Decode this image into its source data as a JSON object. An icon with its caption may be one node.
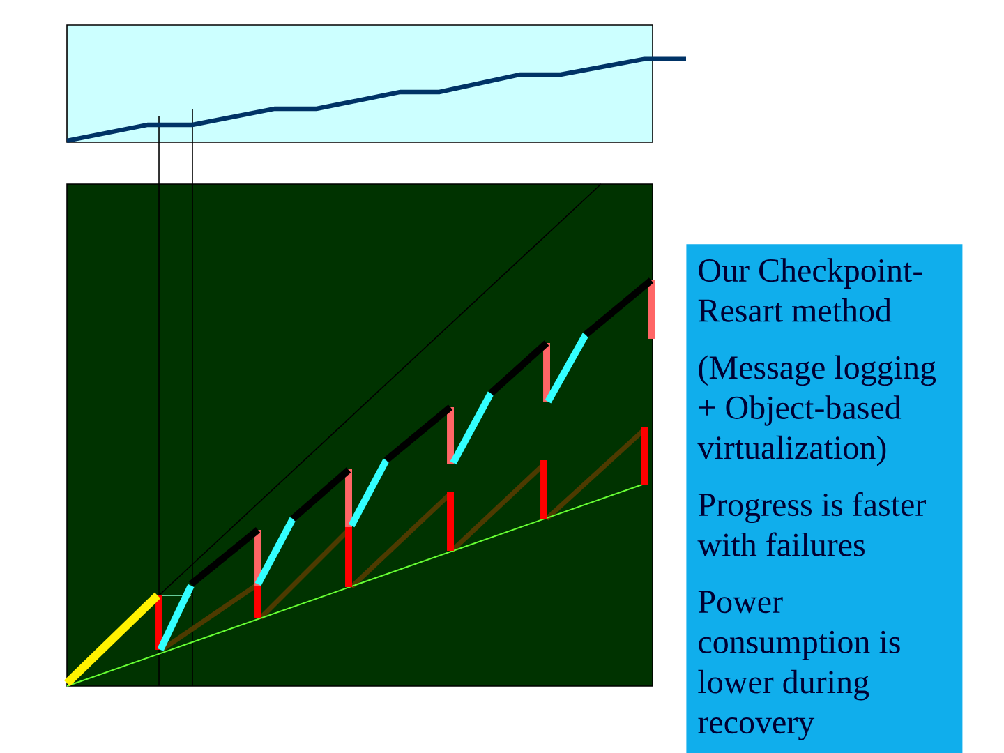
{
  "diagram": {
    "nodes": [
      {
        "text": [
          "Our Checkpoint-Resart method",
          "(Message logging + Object-based virtualization)",
          "Progress is faster with failures",
          "Power consumption is lower during recovery"
        ]
      }
    ]
  }
}
